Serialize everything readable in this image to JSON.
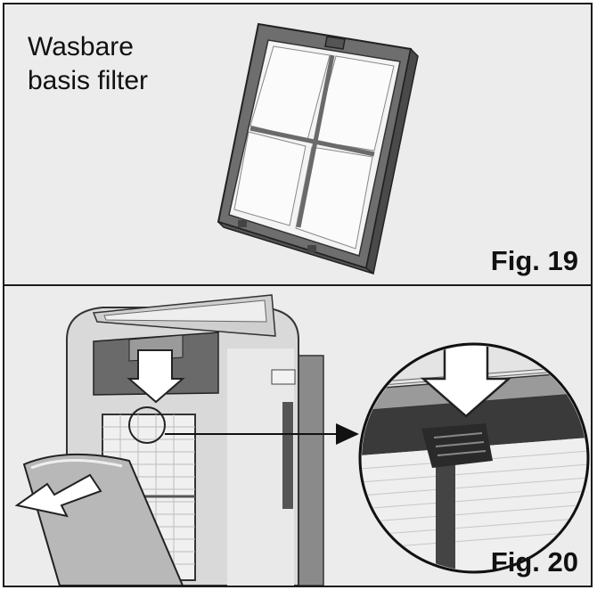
{
  "figure_19": {
    "caption_line1": "Wasbare",
    "caption_line2": "basis filter",
    "label": "Fig. 19"
  },
  "figure_20": {
    "label": "Fig. 20"
  }
}
